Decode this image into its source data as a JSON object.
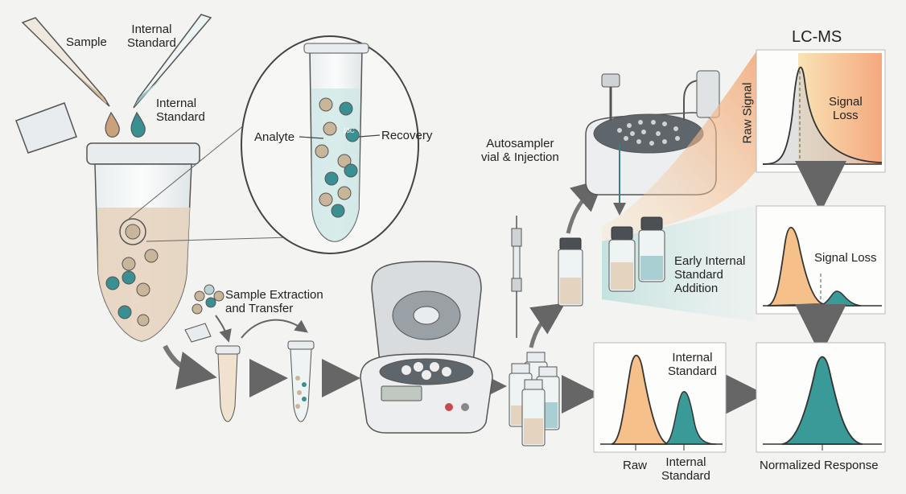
{
  "labels": {
    "sample": "Sample",
    "internal_standard_pipette": "Internal\nStandard",
    "internal_standard_drop": "Internal\nStandard",
    "analyte": "Analyte",
    "recovery": "Recovery",
    "isotope_tag": "13C",
    "autosampler": "Autosampler\nvial & Injection",
    "lcms_title": "LC-MS",
    "raw_signal": "Raw Signal",
    "signal_loss_top": "Signal\nLoss",
    "early_is": "Early Internal\nStandard\nAddition",
    "signal_loss_mid": "Signal Loss",
    "extraction": "Sample Extraction\nand Transfer",
    "internal_standard_peak": "Internal\nStandard",
    "raw_axis": "Raw",
    "internal_standard_axis": "Internal\nStandard",
    "normalized": "Normalized Response"
  },
  "colors": {
    "sample": "#c9b59a",
    "internal_standard": "#3a8f93",
    "peak_orange": "#f2b27a",
    "peak_teal": "#3a9a98",
    "signal_loss": "#f08a5a",
    "background": "#f3f3f1"
  }
}
